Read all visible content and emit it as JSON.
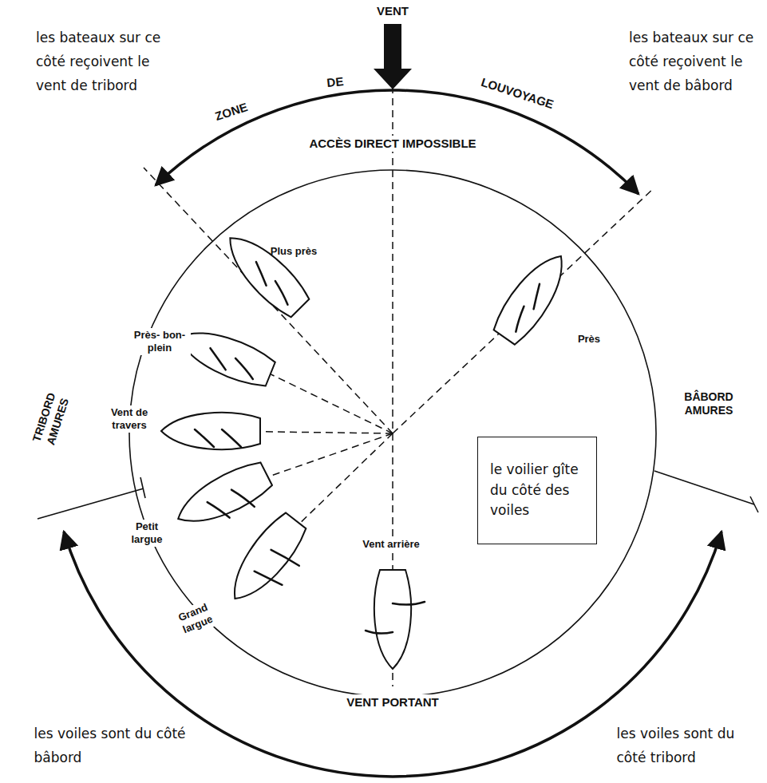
{
  "diagram": {
    "nodes": [
      {
        "text": [
          "le voilier gîte du côté des voiles"
        ]
      }
    ],
    "labels": [
      "VENT",
      "les bateaux sur ce côté reçoivent le vent de tribord",
      "les bateaux sur ce côté reçoivent le vent de bâbord",
      "ZONE",
      "DE",
      "LOUVOYAGE",
      "ACCÈS DIRECT IMPOSSIBLE",
      "Plus près",
      "Près- bon-plein",
      "Vent de travers",
      "Petit largue",
      "Grand largue",
      "Vent arrière",
      "Près",
      "TRIBORD AMURES",
      "BÂBORD AMURES",
      "VENT PORTANT",
      "les voiles sont du côté bâbord",
      "les voiles sont du côté tribord"
    ]
  }
}
